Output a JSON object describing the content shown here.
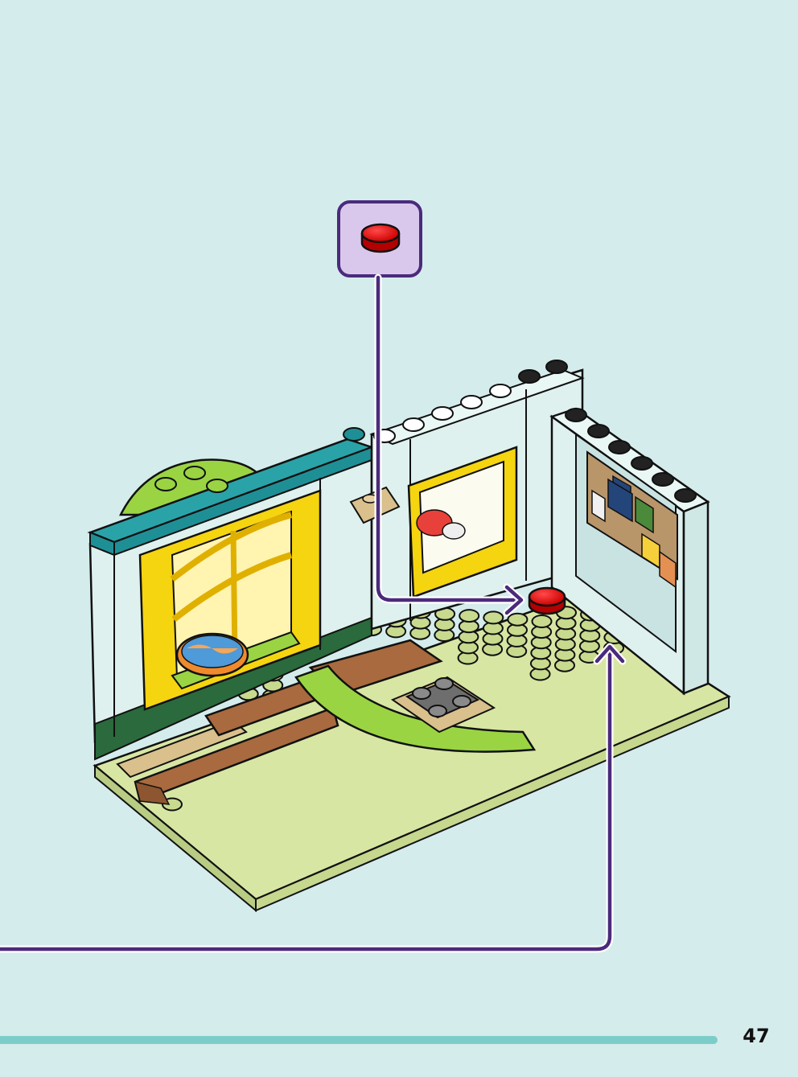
{
  "page": {
    "number": "47"
  },
  "colors": {
    "background": "#d5ecec",
    "callout_fill": "#d9c8ec",
    "callout_border": "#4b2a7c",
    "arrow": "#4b2a7c",
    "baseplate": "#d8e6a4",
    "wall": "#dff1ef",
    "teal_tile": "#1f8f96",
    "yellow_frame": "#f5d410",
    "lime": "#9ad443",
    "wood": "#a86a3e",
    "new_part": "#d81e1e",
    "page_bar": "#7ccdc8"
  },
  "step": {
    "new_part": "red-round-plate-1x1",
    "quantity": 1
  }
}
